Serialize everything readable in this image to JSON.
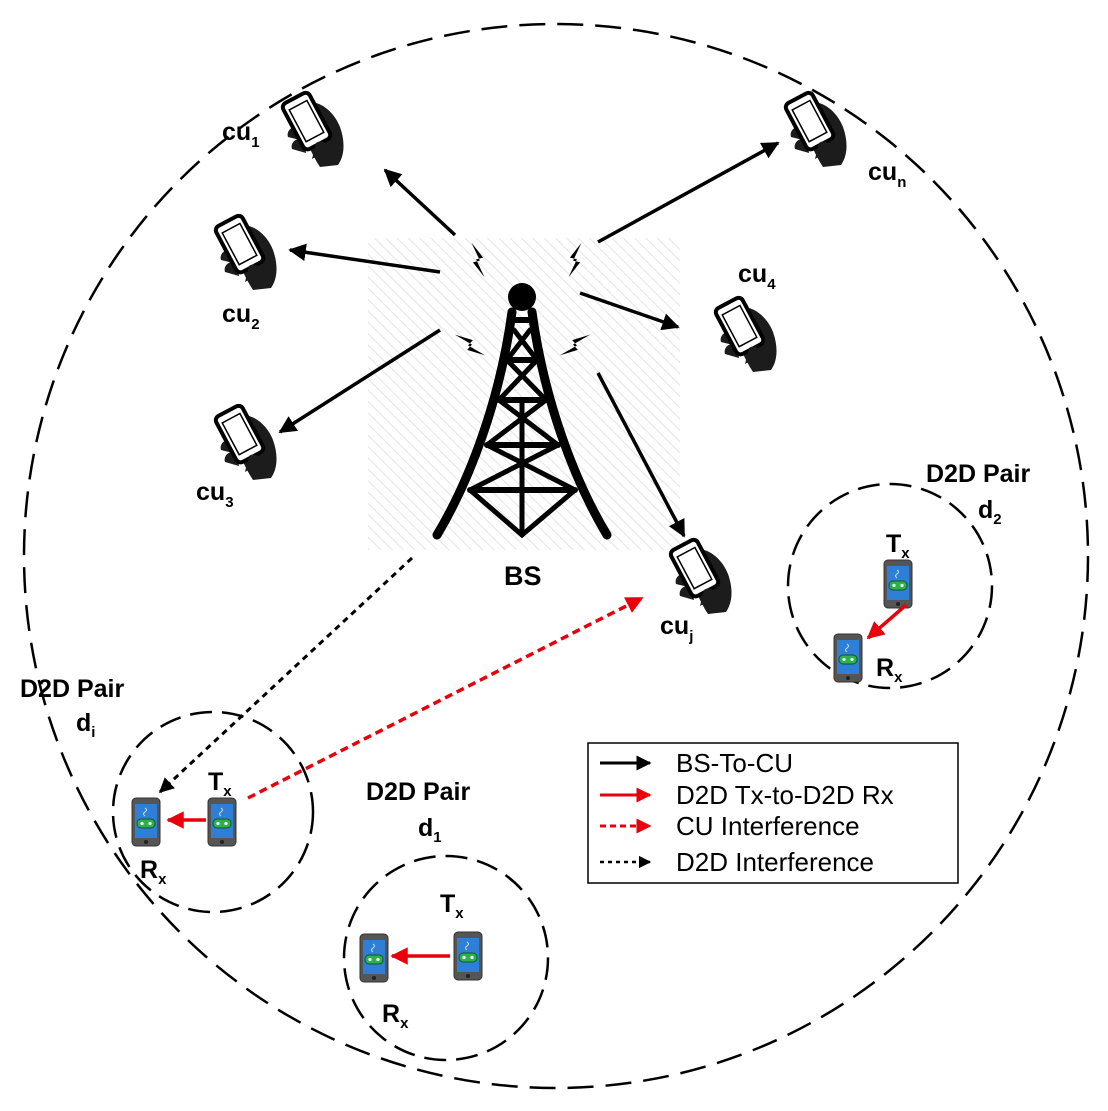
{
  "diagram": {
    "base_station": {
      "label": "BS"
    },
    "cellular_users": [
      {
        "id": "cu1",
        "base": "cu",
        "sub": "1"
      },
      {
        "id": "cu2",
        "base": "cu",
        "sub": "2"
      },
      {
        "id": "cu3",
        "base": "cu",
        "sub": "3"
      },
      {
        "id": "cu4",
        "base": "cu",
        "sub": "4"
      },
      {
        "id": "cuj",
        "base": "cu",
        "sub": "j"
      },
      {
        "id": "cun",
        "base": "cu",
        "sub": "n"
      }
    ],
    "d2d_pairs": [
      {
        "id": "pair-i",
        "title": "D2D Pair",
        "name": "d",
        "name_sub": "i",
        "tx": "T",
        "tx_sub": "x",
        "rx": "R",
        "rx_sub": "x"
      },
      {
        "id": "pair-1",
        "title": "D2D Pair",
        "name": "d",
        "name_sub": "1",
        "tx": "T",
        "tx_sub": "x",
        "rx": "R",
        "rx_sub": "x"
      },
      {
        "id": "pair-2",
        "title": "D2D Pair",
        "name": "d",
        "name_sub": "2",
        "tx": "T",
        "tx_sub": "x",
        "rx": "R",
        "rx_sub": "x"
      }
    ],
    "legend": [
      {
        "label": "BS-To-CU",
        "color": "#000000",
        "style": "solid"
      },
      {
        "label": "D2D Tx-to-D2D Rx",
        "color": "#e8000b",
        "style": "solid"
      },
      {
        "label": "CU Interference",
        "color": "#e8000b",
        "style": "dashed"
      },
      {
        "label": "D2D Interference",
        "color": "#000000",
        "style": "dashed"
      }
    ],
    "colors": {
      "link": "#000000",
      "d2d": "#e8000b",
      "phone_screen": "#2f7fd8",
      "phone_body": "#555555"
    },
    "icons": [
      "antenna-tower-icon",
      "signal-bolt-icon",
      "hand-phone-icon",
      "d2d-phone-icon"
    ]
  }
}
